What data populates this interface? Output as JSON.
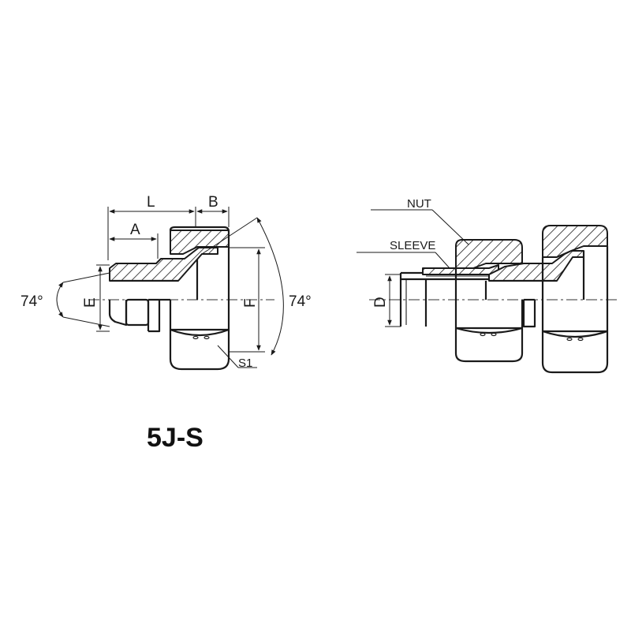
{
  "title": "5J-S",
  "left_view": {
    "dim_L": "L",
    "dim_B": "B",
    "dim_A": "A",
    "dim_E": "E",
    "dim_F": "F",
    "angle_left": "74°",
    "angle_right": "74°",
    "hex_size": "S1"
  },
  "right_view": {
    "nut_label": "NUT",
    "sleeve_label": "SLEEVE",
    "dim_D": "D"
  },
  "colors": {
    "line": "#1a1a1a",
    "background": "#ffffff"
  }
}
